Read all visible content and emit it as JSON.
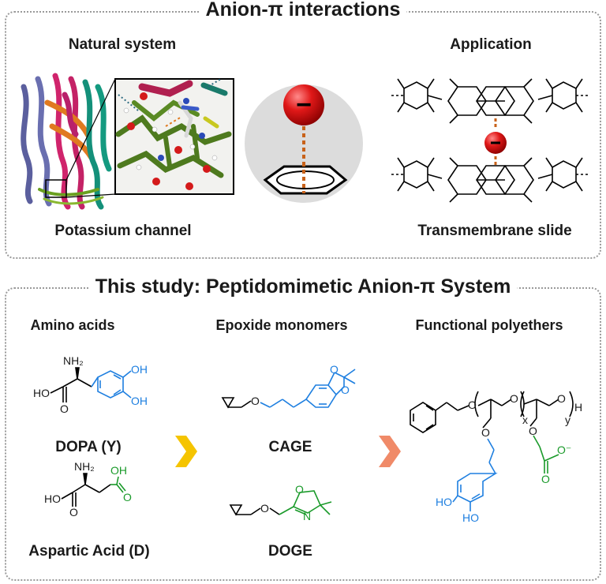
{
  "top_panel": {
    "title": "Anion-π interactions",
    "natural_system": "Natural system",
    "potassium_channel": "Potassium channel",
    "application": "Application",
    "transmembrane_slide": "Transmembrane slide",
    "anion_sign": "−"
  },
  "bottom_panel": {
    "title": "This study: Peptidomimetic Anion-π System",
    "amino_acids": "Amino acids",
    "epoxide_monomers": "Epoxide monomers",
    "functional_polyethers": "Functional polyethers",
    "dopa": "DOPA (Y)",
    "aspartic_acid": "Aspartic Acid (D)",
    "cage": "CAGE",
    "doge": "DOGE"
  },
  "atoms": {
    "nh2": "NH₂",
    "ho": "HO",
    "oh": "OH",
    "o": "O",
    "n": "N",
    "x": "x",
    "y": "y",
    "h": "H",
    "o_minus": "O⁻"
  },
  "colors": {
    "blue": "#1e7fe0",
    "green": "#1a9a2a",
    "arrow_yellow": "#f5c400",
    "arrow_salmon": "#f08a68",
    "anion_red": "#e01818",
    "bond_orange": "#c8621a"
  }
}
